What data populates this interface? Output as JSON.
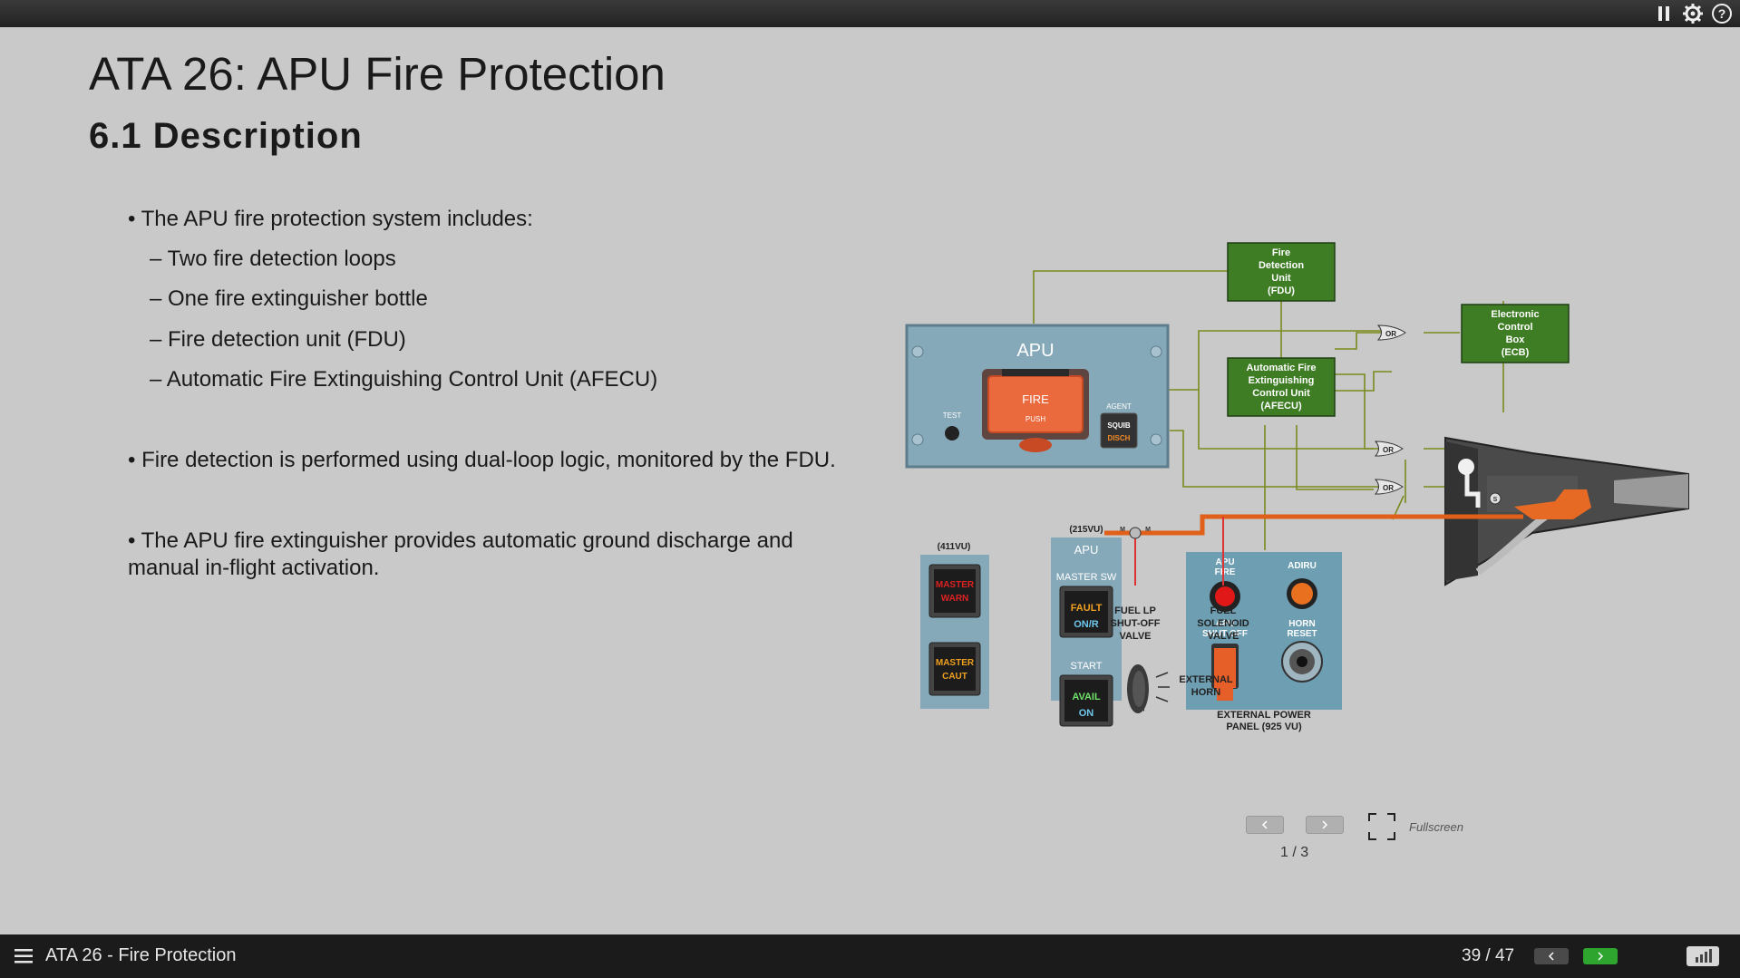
{
  "header": {
    "icons": [
      "pause-icon",
      "settings-gear-icon",
      "help-icon"
    ]
  },
  "title": "ATA 26: APU Fire Protection",
  "subtitle": "6.1 Description",
  "bullets": {
    "b1": "• The APU fire protection system includes:",
    "s1": "– Two fire detection loops",
    "s2": "– One fire extinguisher bottle",
    "s3": "– Fire detection unit (FDU)",
    "s4": "– Automatic Fire Extinguishing Control Unit (AFECU)",
    "b2": "• Fire detection is performed using dual-loop logic, monitored by the FDU.",
    "b3": "• The APU fire extinguisher provides automatic ground discharge and manual in-flight activation."
  },
  "diagram": {
    "fdu": [
      "Fire",
      "Detection",
      "Unit",
      "(FDU)"
    ],
    "afecu": [
      "Automatic Fire",
      "Extinguishing",
      "Control Unit",
      "(AFECU)"
    ],
    "ecb": [
      "Electronic",
      "Control",
      "Box",
      "(ECB)"
    ],
    "or_label": "OR",
    "apu_panel": {
      "title": "APU",
      "fire": "FIRE",
      "push": "PUSH",
      "test": "TEST",
      "agent": "AGENT",
      "squib": "SQUIB",
      "disch": "DISCH"
    },
    "vu411": {
      "label": "(411VU)",
      "warn1": "MASTER",
      "warn2": "WARN",
      "caut1": "MASTER",
      "caut2": "CAUT"
    },
    "vu215": {
      "label": "(215VU)",
      "title": "APU",
      "master_sw": "MASTER SW",
      "fault": "FAULT",
      "on_r": "ON/R",
      "start": "START",
      "avail": "AVAIL",
      "on": "ON"
    },
    "ext_panel": {
      "apu_fire_1": "APU",
      "apu_fire_2": "FIRE",
      "adiru": "ADIRU",
      "shut_1": "APU",
      "shut_2": "SHUT OFF",
      "horn_1": "HORN",
      "horn_2": "RESET",
      "caption_1": "EXTERNAL POWER",
      "caption_2": "PANEL (925 VU)"
    },
    "valves": {
      "lp_1": "FUEL LP",
      "lp_2": "SHUT-OFF",
      "lp_3": "VALVE",
      "sol_1": "FUEL",
      "sol_2": "SOLENOID",
      "sol_3": "VALVE",
      "s": "S",
      "m": "M"
    },
    "horn": {
      "l1": "EXTERNAL",
      "l2": "HORN"
    },
    "colors": {
      "box_green": "#3e7d24",
      "line_olive": "#7a8a1e",
      "panel_blue": "#7aa7bb",
      "fuel_orange": "#e0601a"
    }
  },
  "carousel": {
    "fullscreen": "Fullscreen",
    "pager": "1 / 3",
    "current": 1,
    "total": 3
  },
  "footer": {
    "course_title": "ATA 26 - Fire Protection",
    "page_count": "39 / 47"
  }
}
